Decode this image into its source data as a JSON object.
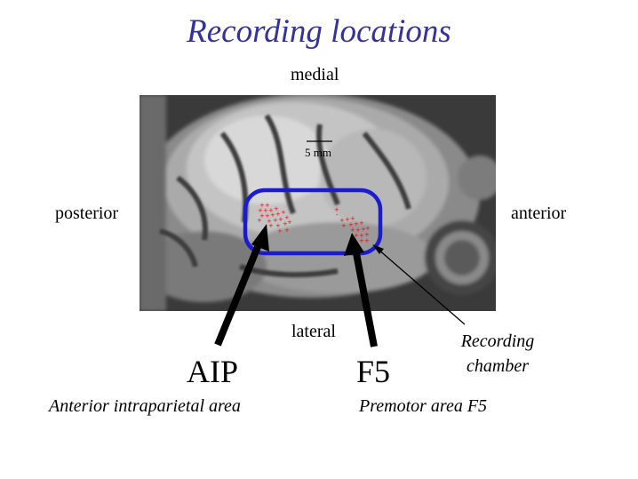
{
  "title": "Recording locations",
  "orientation": {
    "medial": "medial",
    "lateral": "lateral",
    "posterior": "posterior",
    "anterior": "anterior"
  },
  "scale_bar": "5 mm",
  "areas": {
    "aip": {
      "abbrev": "AIP",
      "name": "Anterior intraparietal area"
    },
    "f5": {
      "abbrev": "F5",
      "name": "Premotor area F5"
    }
  },
  "chamber": {
    "line1": "Recording",
    "line2": "chamber"
  },
  "colors": {
    "title": "#33339a",
    "chamber_outline": "#1c1ccc",
    "recording_sites": "#dd1111"
  }
}
